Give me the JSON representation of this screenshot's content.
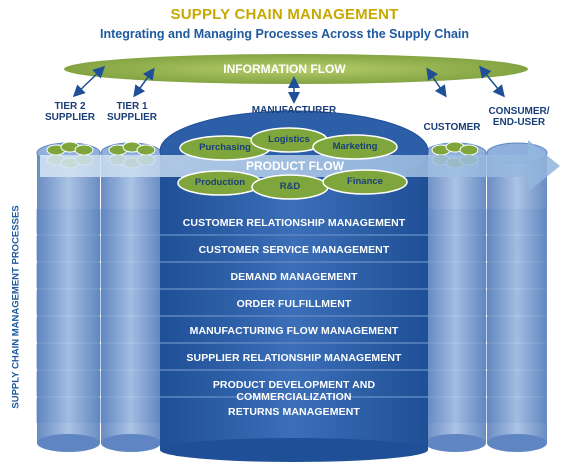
{
  "title": "SUPPLY CHAIN MANAGEMENT",
  "subtitle": "Integrating and Managing Processes Across the Supply Chain",
  "information_flow": "INFORMATION FLOW",
  "product_flow": "PRODUCT FLOW",
  "columns": {
    "tier2": [
      "TIER 2",
      "SUPPLIER"
    ],
    "tier1": [
      "TIER 1",
      "SUPPLIER"
    ],
    "manufacturer": "MANUFACTURER",
    "customer": "CUSTOMER",
    "consumer": [
      "CONSUMER/",
      "END-USER"
    ]
  },
  "functions_top": [
    "Purchasing",
    "Logistics",
    "Marketing"
  ],
  "functions_bottom": [
    "Production",
    "R&D",
    "Finance"
  ],
  "side_label": "SUPPLY CHAIN MANAGEMENT PROCESSES",
  "processes": [
    "CUSTOMER RELATIONSHIP MANAGEMENT",
    "CUSTOMER SERVICE MANAGEMENT",
    "DEMAND MANAGEMENT",
    "ORDER FULFILLMENT",
    "MANUFACTURING FLOW MANAGEMENT",
    "SUPPLIER RELATIONSHIP MANAGEMENT",
    "PRODUCT DEVELOPMENT AND COMMERCIALIZATION",
    "RETURNS MANAGEMENT"
  ],
  "colors": {
    "title": "#c8a800",
    "subtitle": "#1f5aa0",
    "info_flow_fill": "#8fb04a",
    "column_fill": "#6f93c9",
    "manufacturer_fill": "#2d5ea8",
    "function_oval": "#7ea63c",
    "arrow": "#a9c6e6"
  }
}
